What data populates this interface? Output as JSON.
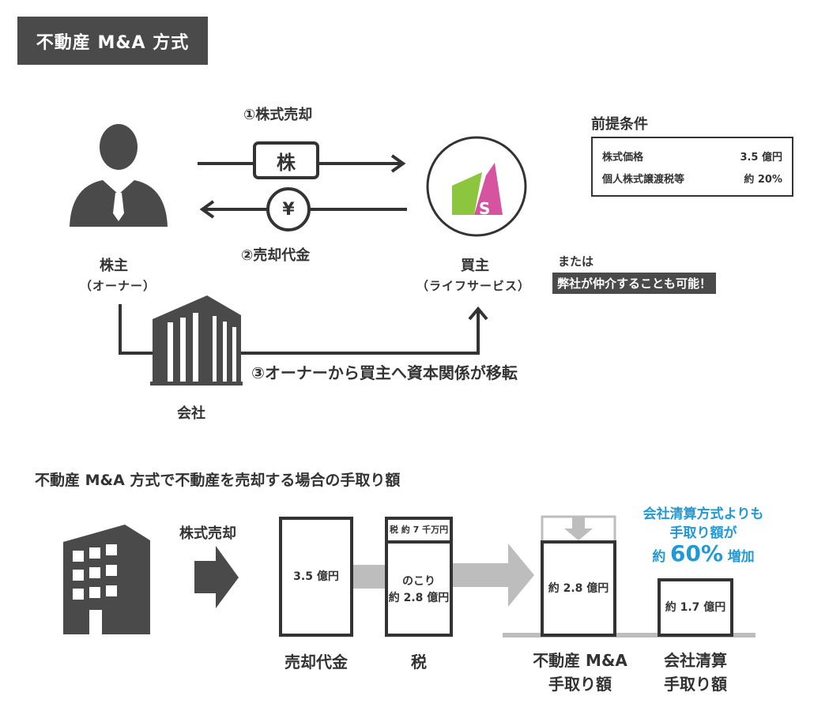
{
  "header": {
    "title": "不動産 M&A 方式"
  },
  "flow": {
    "step1": "①株式売却",
    "stock_icon_label": "株",
    "yen_icon_label": "¥",
    "step2": "②売却代金",
    "step3": "③オーナーから買主へ資本関係が移転",
    "shareholder": {
      "title": "株主",
      "subtitle": "（オーナー）"
    },
    "buyer": {
      "title": "買主",
      "subtitle": "（ライフサービス）"
    },
    "company": "会社",
    "note_or": "または",
    "note_highlight": "弊社が仲介することも可能！"
  },
  "conditions": {
    "title": "前提条件",
    "rows": [
      {
        "label": "株式価格",
        "value": "3.5 億円"
      },
      {
        "label": "個人株式譲渡税等",
        "value": "約 20%"
      }
    ]
  },
  "proceeds": {
    "section_title": "不動産 M&A 方式で不動産を売却する場合の手取り額",
    "sale_label": "株式売却",
    "box_sale": "3.5 億円",
    "box_tax_top": "税 約 7 千万円",
    "box_tax_line1": "のこり",
    "box_tax_line2": "約 2.8 億円",
    "box_ma": "約 2.8 億円",
    "box_liq": "約 1.7 億円",
    "label_sale": "売却代金",
    "label_tax": "税",
    "label_ma_line1": "不動産 M&A",
    "label_ma_line2": "手取り額",
    "label_liq_line1": "会社清算",
    "label_liq_line2": "手取り額",
    "callout_line1": "会社清算方式よりも",
    "callout_line2": "手取り額が",
    "callout_prefix": "約",
    "callout_pct": "60%",
    "callout_suffix": "増加"
  },
  "colors": {
    "dark": "#333333",
    "tag": "#4a4a4a",
    "accent_blue": "#1f9ad6",
    "gray_arrow": "#bdbdbd",
    "logo_green": "#8cc63f",
    "logo_pink": "#d6549f"
  }
}
